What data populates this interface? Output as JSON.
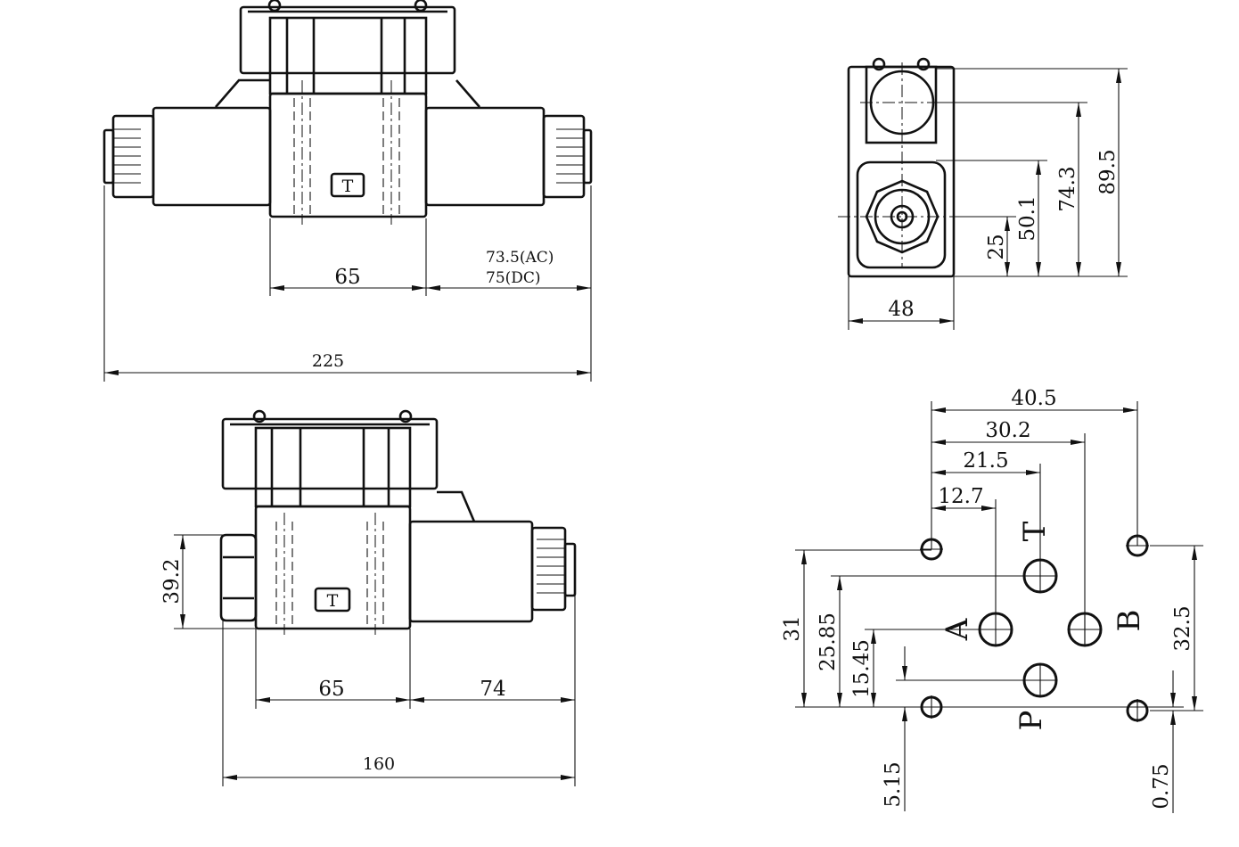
{
  "front_view": {
    "dim_body_width": "65",
    "dim_coil_ac": "73.5(AC)",
    "dim_coil_dc": "75(DC)",
    "dim_overall": "225",
    "badge": "T"
  },
  "single_view": {
    "dim_height": "39.2",
    "dim_body_width": "65",
    "dim_coil": "74",
    "dim_overall": "160",
    "badge": "T"
  },
  "end_view": {
    "dim_width": "48",
    "dim_25": "25",
    "dim_50_1": "50.1",
    "dim_74_3": "74.3",
    "dim_89_5": "89.5"
  },
  "port_pattern": {
    "dim_40_5": "40.5",
    "dim_30_2": "30.2",
    "dim_21_5": "21.5",
    "dim_12_7": "12.7",
    "dim_31": "31",
    "dim_25_85": "25.85",
    "dim_15_45": "15.45",
    "dim_5_15": "5.15",
    "dim_32_5": "32.5",
    "dim_0_75": "0.75",
    "ports": [
      "T",
      "A",
      "B",
      "P"
    ]
  }
}
